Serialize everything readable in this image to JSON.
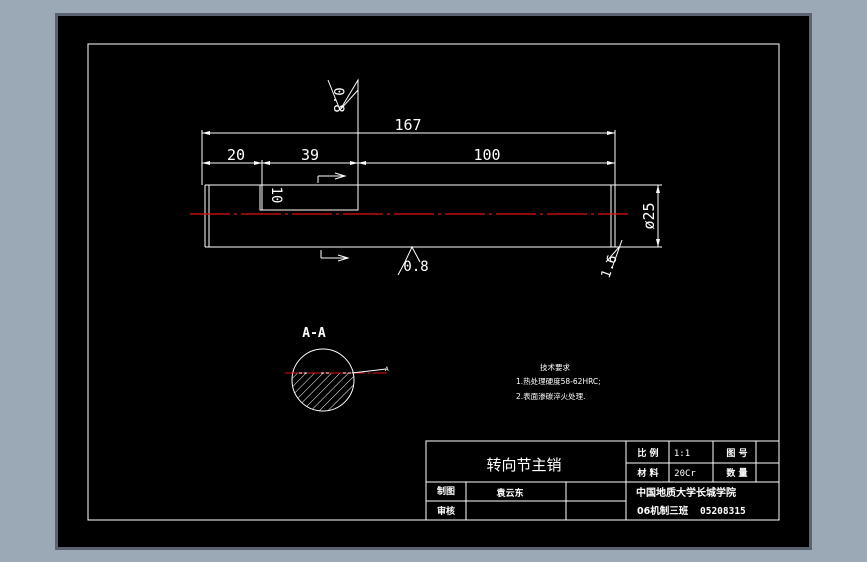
{
  "drawing": {
    "dims": {
      "total": "167",
      "seg1": "20",
      "seg2": "39",
      "seg3": "100",
      "diameter": "ø25",
      "slot": "10"
    },
    "roughness": {
      "top": "0.8",
      "bottom": "8.0",
      "end": "1.6"
    },
    "section": {
      "label": "A-A",
      "mark": "A"
    }
  },
  "tech_req": {
    "title": "技术要求",
    "items": [
      "1.热处理硬度58-62HRC;",
      "2.表面渗碳淬火处理."
    ]
  },
  "titleblock": {
    "part_name": "转向节主销",
    "scale_label": "比 例",
    "scale_value": "1:1",
    "drawing_no_label": "图 号",
    "material_label": "材 料",
    "material_value": "20Cr",
    "qty_label": "数 量",
    "draw_label": "制图",
    "draw_name": "袁云东",
    "check_label": "审核",
    "school": "中国地质大学长城学院",
    "class_info": "06机制三班",
    "student_id": "05208315"
  },
  "colors": {
    "background": "#9ba8b6",
    "frame": "#5b6370",
    "sheet": "#000000",
    "line": "#ffffff",
    "centerline": "#e01010"
  }
}
